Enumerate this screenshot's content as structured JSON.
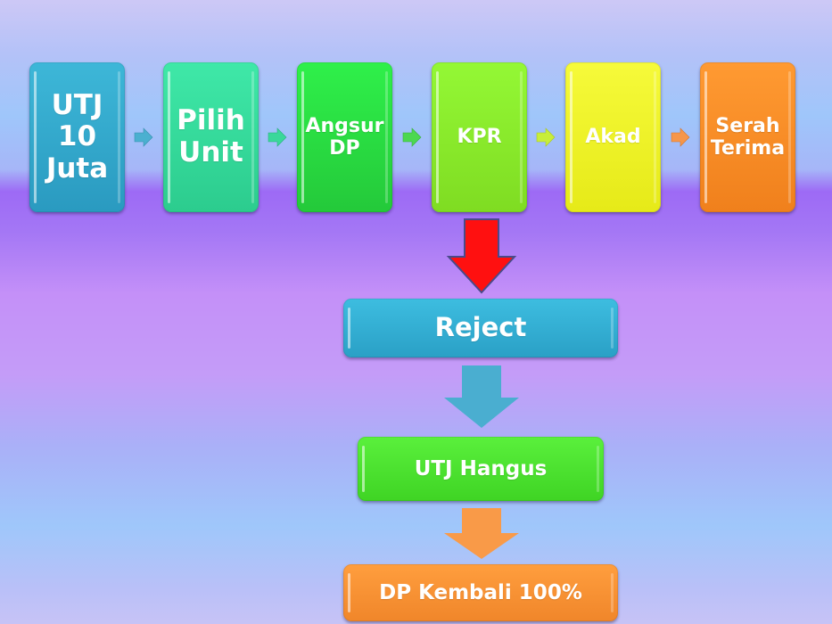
{
  "flow": {
    "steps": [
      {
        "label": "UTJ\n10\nJuta",
        "color": "#2fa8cc"
      },
      {
        "label": "Pilih\nUnit",
        "color": "#33dc9b"
      },
      {
        "label": "Angsur\nDP",
        "color": "#28dd42"
      },
      {
        "label": "KPR",
        "color": "#88ea2a"
      },
      {
        "label": "Akad",
        "color": "#eef228"
      },
      {
        "label": "Serah\nTerima",
        "color": "#f78c26"
      }
    ],
    "connector_colors": [
      "#4ab0d0",
      "#3ad89a",
      "#4cd850",
      "#c8ee3a",
      "#f6964a"
    ]
  },
  "branch": {
    "arrow_colors": {
      "to_reject": "#ff1010",
      "to_hangus": "#4aaed0",
      "to_dp": "#f99a48"
    },
    "nodes": [
      {
        "label": "Reject",
        "color": "#33aed4"
      },
      {
        "label": "UTJ Hangus",
        "color": "#4ce030"
      },
      {
        "label": "DP Kembali 100%",
        "color": "#f68e30"
      }
    ]
  }
}
